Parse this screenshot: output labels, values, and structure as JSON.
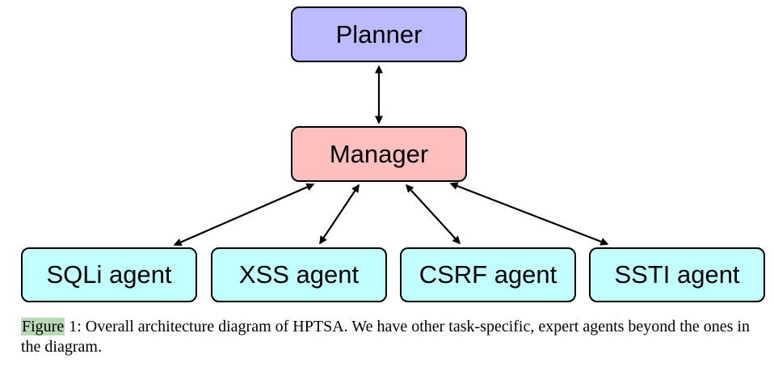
{
  "colors": {
    "planner_fill": "#bdbbff",
    "manager_fill": "#ffbfbf",
    "agent_fill": "#c2ffff",
    "caption_highlight": "#b7d9b4",
    "edge_color": "#000000"
  },
  "nodes": {
    "planner": "Planner",
    "manager": "Manager",
    "agents": [
      "SQLi agent",
      "XSS agent",
      "CSRF agent",
      "SSTI agent"
    ]
  },
  "edges": [
    {
      "from": "Planner",
      "to": "Manager",
      "style": "bidirectional-arrow"
    },
    {
      "from": "Manager",
      "to": "SQLi agent",
      "style": "bidirectional-arrow"
    },
    {
      "from": "Manager",
      "to": "XSS agent",
      "style": "bidirectional-arrow"
    },
    {
      "from": "Manager",
      "to": "CSRF agent",
      "style": "bidirectional-arrow"
    },
    {
      "from": "Manager",
      "to": "SSTI agent",
      "style": "bidirectional-arrow"
    }
  ],
  "caption": {
    "label": "Figure",
    "number": "1",
    "text": ": Overall architecture diagram of HPTSA. We have other task-specific, expert agents beyond the ones in the diagram."
  }
}
